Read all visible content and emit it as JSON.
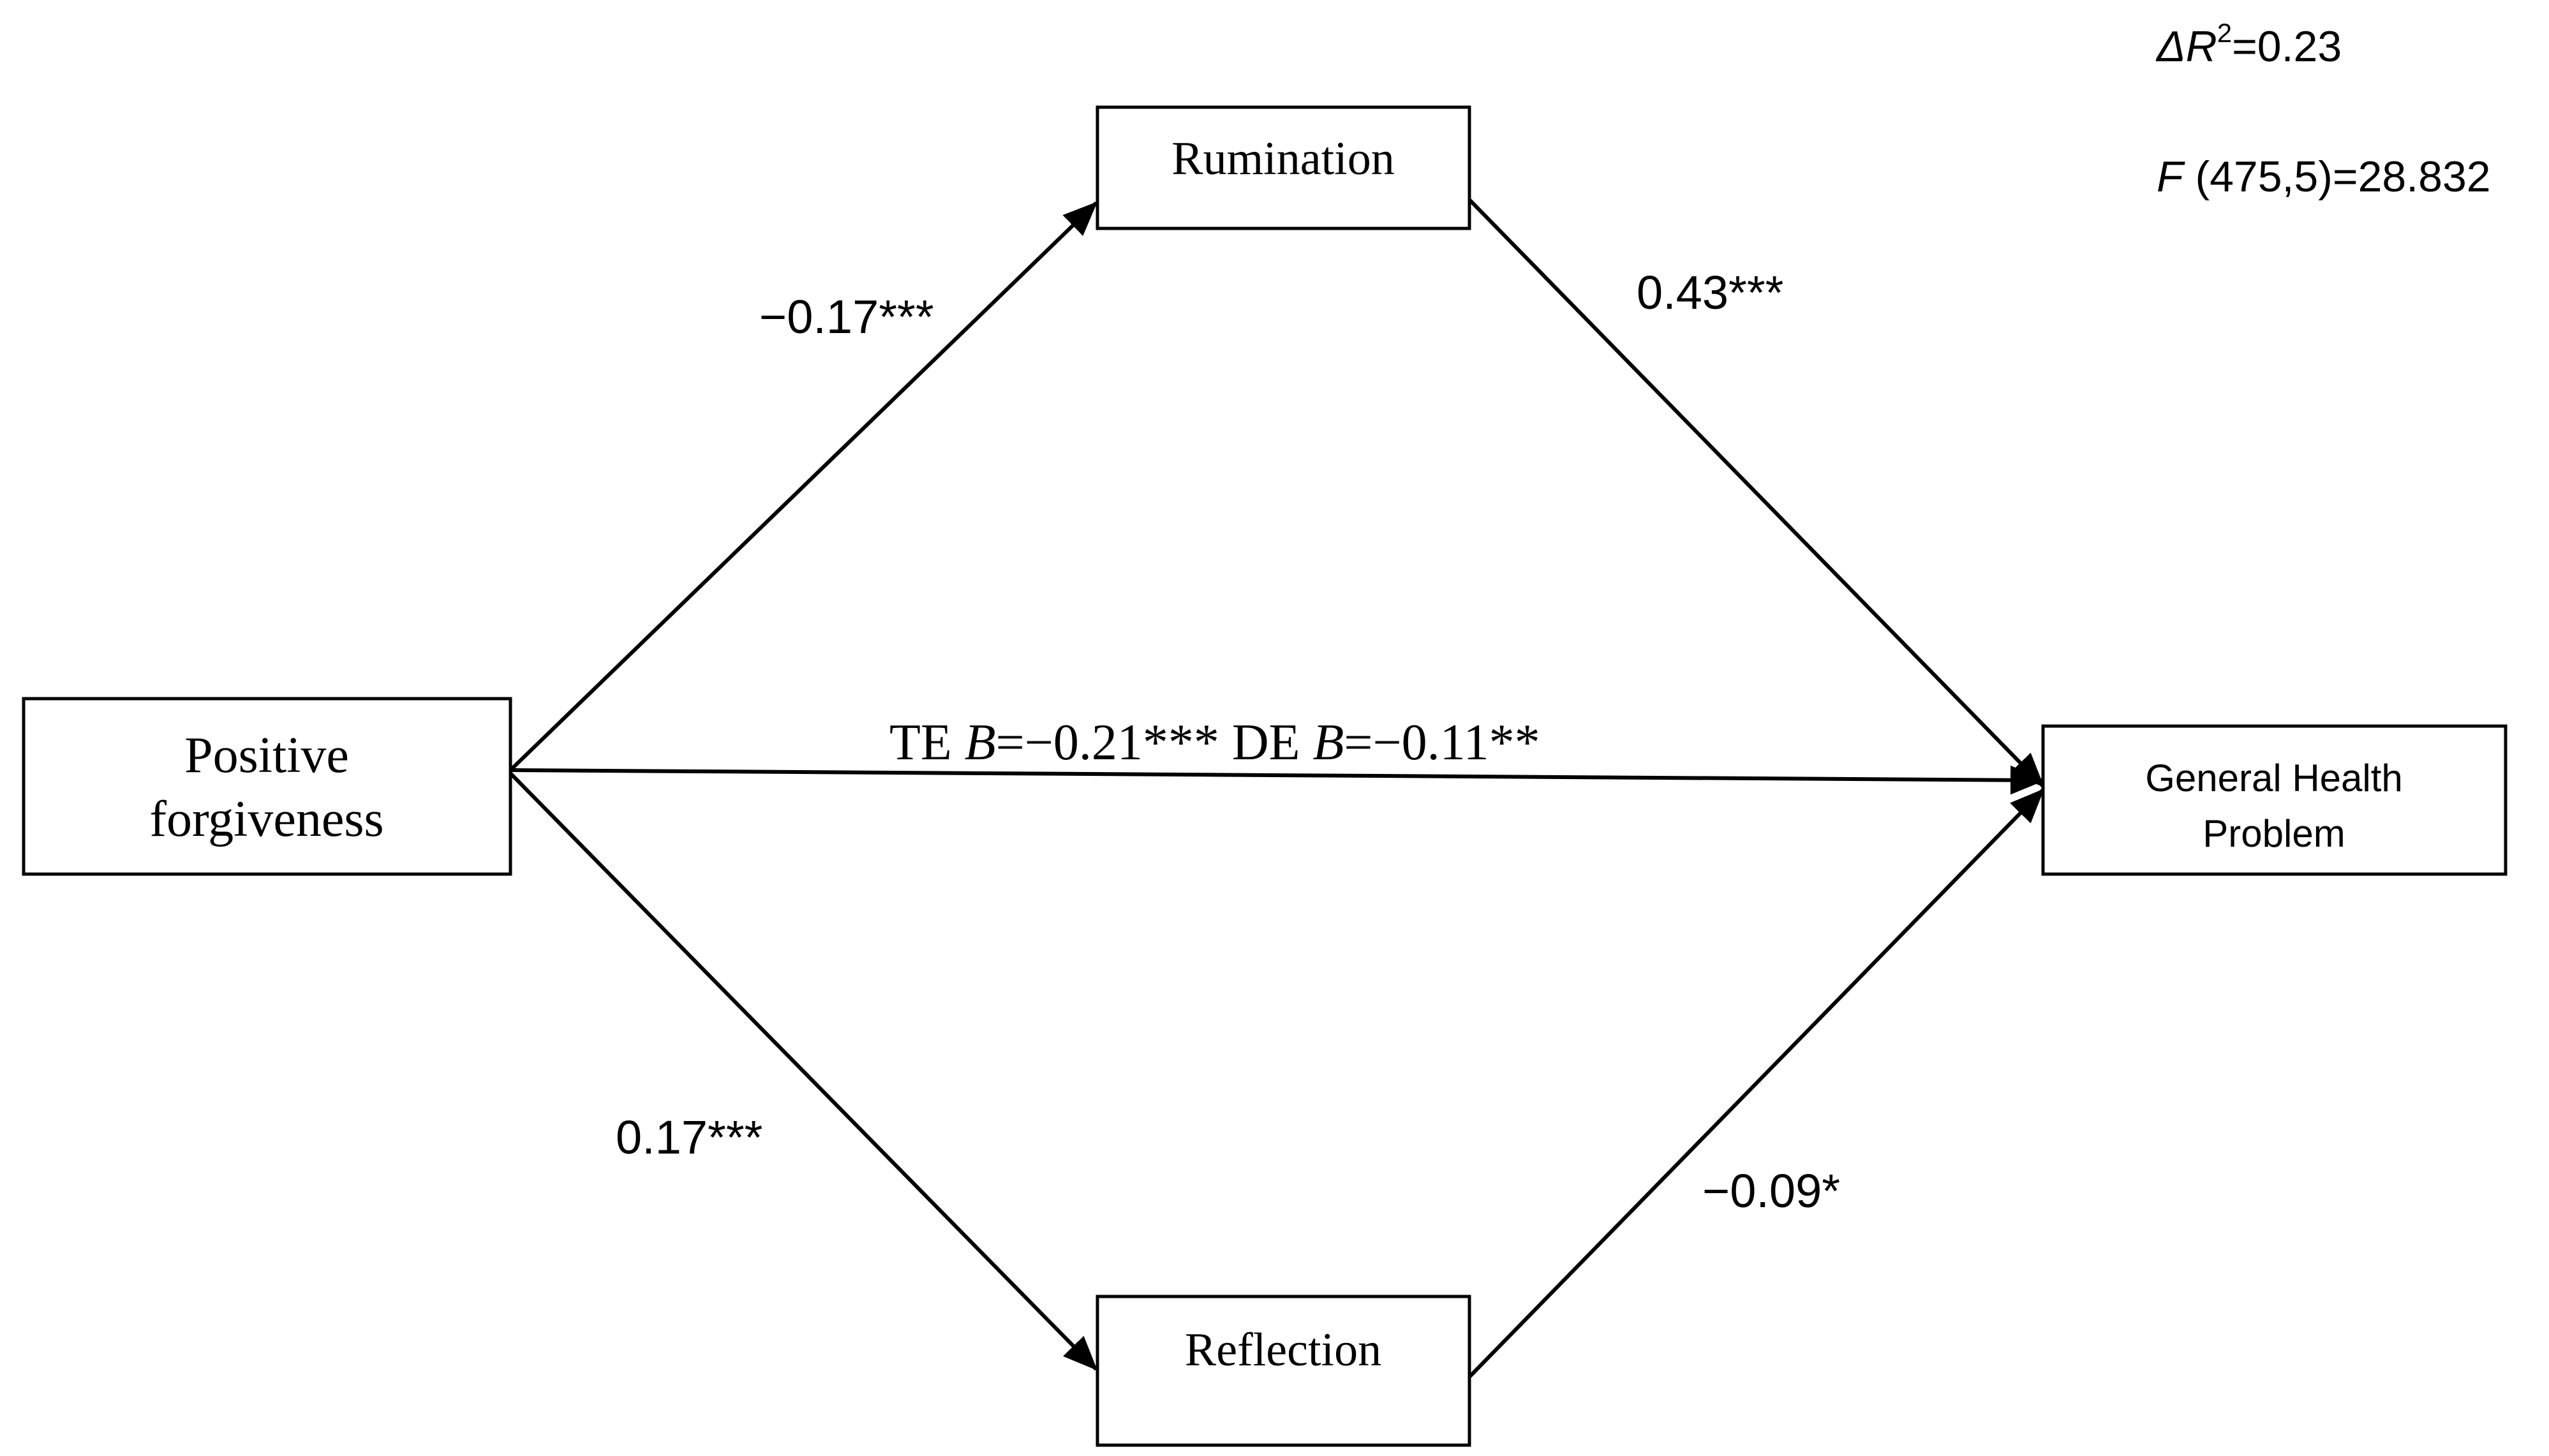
{
  "nodes": {
    "positive_forgiveness": {
      "lines": [
        "Positive",
        "forgiveness"
      ]
    },
    "rumination": {
      "label": "Rumination"
    },
    "reflection": {
      "label": "Reflection"
    },
    "general_health": {
      "lines": [
        "General Health",
        "Problem"
      ]
    }
  },
  "paths": {
    "pf_to_rumination": "−0.17***",
    "rumination_to_ghp": "0.43***",
    "pf_to_reflection": "0.17***",
    "reflection_to_ghp": "−0.09*",
    "direct": {
      "te_prefix": "TE ",
      "b1": "B",
      "te_value": "=−0.21***",
      "de_prefix": " DE ",
      "b2": "B",
      "de_value": "=−0.11**"
    }
  },
  "stats": {
    "delta_symbol": "ΔR",
    "delta_sup": "2",
    "delta_value": "=0.23",
    "f_symbol": "F",
    "f_value": " (475,5)=28.832"
  },
  "colors": {
    "stroke": "#000000",
    "background": "#ffffff"
  }
}
